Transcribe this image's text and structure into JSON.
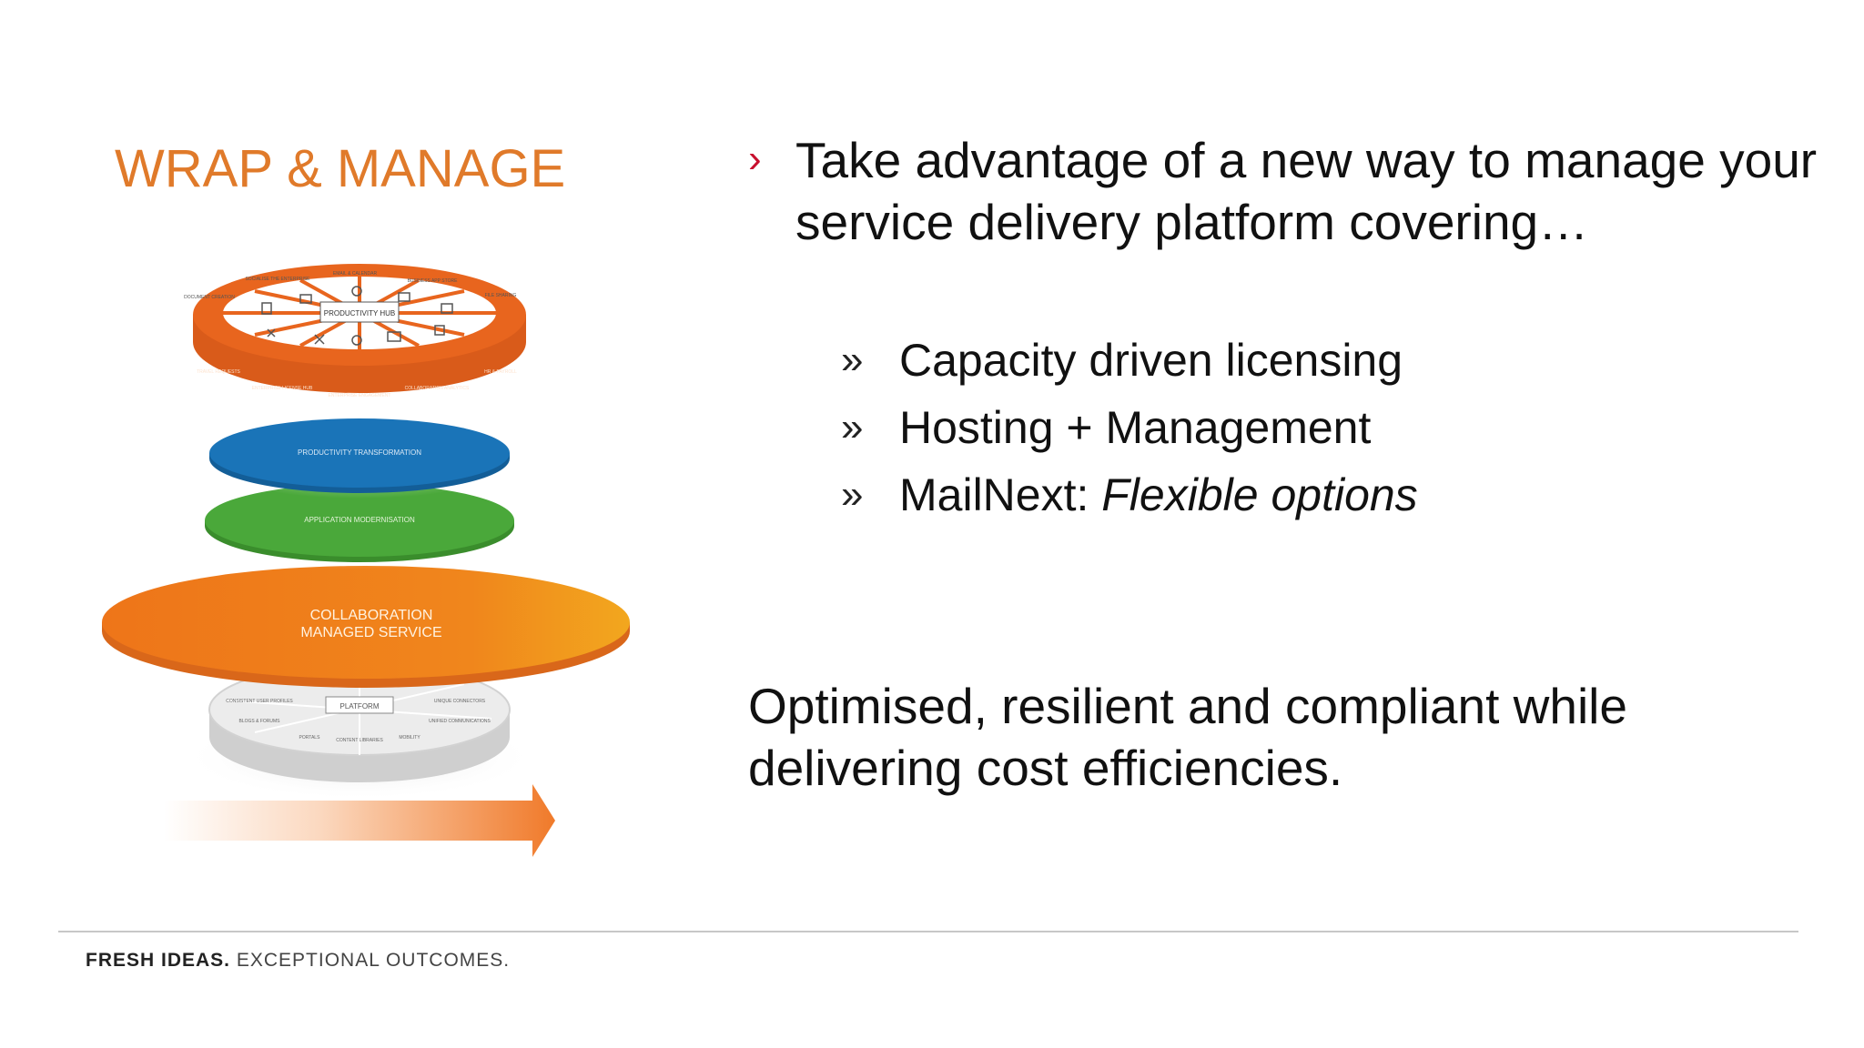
{
  "slide": {
    "title": "WRAP & MANAGE",
    "main_bullet": {
      "marker": "›",
      "text": "Take advantage of a new way to manage your service delivery platform covering…"
    },
    "sub_bullets": [
      {
        "marker": "»",
        "text": "Capacity driven licensing",
        "emphasis": ""
      },
      {
        "marker": "»",
        "text": "Hosting + Management",
        "emphasis": ""
      },
      {
        "marker": "»",
        "text": "MailNext: ",
        "emphasis": "Flexible options"
      }
    ],
    "summary": "Optimised, resilient and compliant while delivering cost efficiencies."
  },
  "diagram": {
    "layers": {
      "top_hub": "PRODUCTIVITY HUB",
      "top_labels": [
        "DOCUMENT CREATION",
        "SOCIALISE THE ENTERPRISE",
        "EMAIL & CALENDAR",
        "BUSINESS APP STORE",
        "FILE SHARING"
      ],
      "top_bottom_labels": [
        "TRAVEL REQUESTS",
        "ENTERPRISE LICENSE HUB",
        "ENTERPRISE ENGAGEMENT",
        "COLLABORATION ANALYTICS",
        "HR & PAYROLL"
      ],
      "blue": "PRODUCTIVITY TRANSFORMATION",
      "green": "APPLICATION MODERNISATION",
      "big_line1": "COLLABORATION",
      "big_line2": "MANAGED SERVICE",
      "base_center": "PLATFORM",
      "base_labels": [
        "CONSISTENT USER PROFILES",
        "BLOGS & FORUMS",
        "PORTALS",
        "CONTENT LIBRARIES",
        "MOBILITY",
        "UNIFIED COMMUNICATIONS",
        "UNIQUE CONNECTORS"
      ]
    },
    "colors": {
      "orange": "#e8651e",
      "blue": "#1a74b8",
      "green": "#4aa83a",
      "big_orange": "#f08a1c",
      "base_grey": "#e2e2e2"
    }
  },
  "footer": {
    "tagline_strong": "FRESH IDEAS.",
    "tagline_rest": " EXCEPTIONAL OUTCOMES."
  }
}
